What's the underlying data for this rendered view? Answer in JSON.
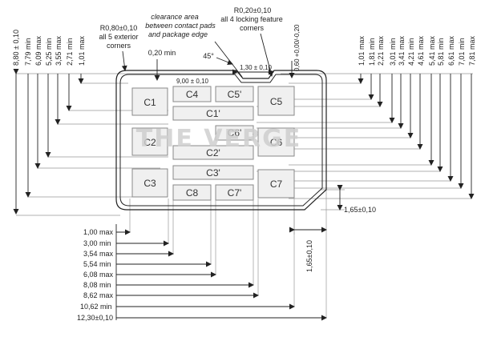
{
  "watermark": "THE VERGE",
  "annotations": {
    "exterior_corner_radius": "R0,80±0,10",
    "exterior_corner_note_1": "all 5 exterior",
    "exterior_corner_note_2": "corners",
    "clearance_1": "clearance area",
    "clearance_2": "between contact pads",
    "clearance_3": "and package edge",
    "locking_radius": "R0,20±0,10",
    "locking_note_1": "all 4 locking feature",
    "locking_note_2": "corners",
    "min_020": "0,20 min",
    "angle_45": "45°",
    "dim_130": "1,30 ± 0,10",
    "dim_900": "9,00 ± 0,10",
    "dim_060": "0,60 +0,00/-0,20",
    "dim_165_right": "1,65±0,10",
    "dim_165_bottom": "1,65±0,10"
  },
  "contacts": [
    "C1",
    "C4",
    "C5'",
    "C5",
    "C1'",
    "C6'",
    "C2",
    "C2'",
    "C6",
    "C3'",
    "C3",
    "C8",
    "C7'",
    "C7"
  ],
  "left_dims": [
    "8,80 ± 0,10",
    "7,79 min",
    "6,09 max",
    "5,25 min",
    "3,55 max",
    "2,71 min",
    "1,01 max"
  ],
  "right_dims": [
    "1,01 max",
    "1,81 min",
    "2,21 max",
    "3,01 min",
    "3,41 max",
    "4,21 min",
    "4,61 max",
    "5,41 max",
    "5,81 min",
    "6,61 max",
    "7,01 min",
    "7,81 max"
  ],
  "bottom_dims": [
    "1,00 max",
    "3,00 min",
    "3,54 max",
    "5,54 min",
    "6,08 max",
    "8,08 min",
    "8,62 max",
    "10,62 min",
    "12,30±0,10"
  ]
}
